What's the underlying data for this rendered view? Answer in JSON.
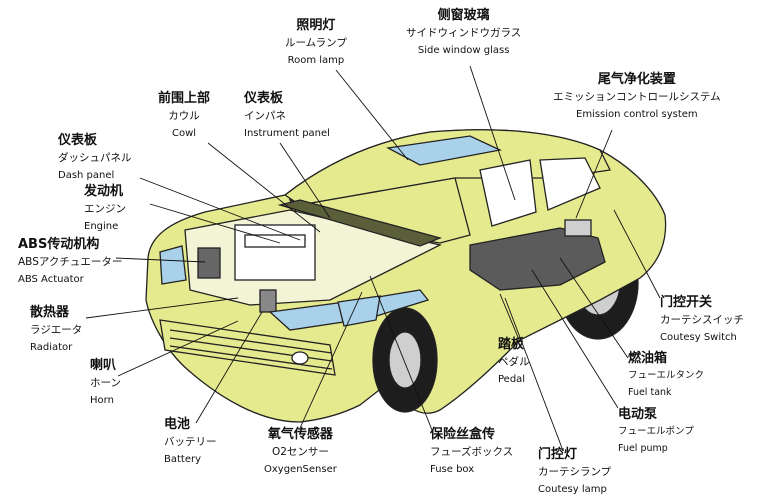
{
  "labels": [
    {
      "key": "room_lamp",
      "zh": "照明灯",
      "ja": "ルームランプ",
      "en": "Room lamp"
    },
    {
      "key": "side_window",
      "zh": "侧窗玻璃",
      "ja": "サイドウィンドウガラス",
      "en": "Side window glass"
    },
    {
      "key": "emission",
      "zh": "尾气净化装置",
      "ja": "エミッションコントロールシステム",
      "en": "Emission control system"
    },
    {
      "key": "cowl",
      "zh": "前围上部",
      "ja": "カウル",
      "en": "Cowl"
    },
    {
      "key": "instrument",
      "zh": "仪表板",
      "ja": "インパネ",
      "en": "Instrument panel"
    },
    {
      "key": "dash",
      "zh": "仪表板",
      "ja": "ダッシュパネル",
      "en": "Dash panel"
    },
    {
      "key": "engine",
      "zh": "发动机",
      "ja": "エンジン",
      "en": "Engine"
    },
    {
      "key": "abs",
      "zh": "ABS传动机构",
      "ja": "ABSアクチュエーター",
      "en": "ABS Actuator"
    },
    {
      "key": "radiator",
      "zh": "散热器",
      "ja": "ラジエータ",
      "en": "Radiator"
    },
    {
      "key": "horn",
      "zh": "喇叭",
      "ja": "ホーン",
      "en": "Horn"
    },
    {
      "key": "battery",
      "zh": "电池",
      "ja": "バッテリー",
      "en": "Battery"
    },
    {
      "key": "o2",
      "zh": "氧气传感器",
      "ja": "O2センサー",
      "en": "OxygenSenser"
    },
    {
      "key": "fuse",
      "zh": "保险丝盒传",
      "ja": "フューズボックス",
      "en": "Fuse box"
    },
    {
      "key": "pedal",
      "zh": "踏板",
      "ja": "ペダル",
      "en": "Pedal"
    },
    {
      "key": "courtesy_lamp",
      "zh": "门控灯",
      "ja": "カーテシランプ",
      "en": "Coutesy lamp"
    },
    {
      "key": "fuel_pump",
      "zh": "电动泵",
      "ja": "フューエルポンプ",
      "en": "Fuel pump"
    },
    {
      "key": "fuel_tank",
      "zh": "燃油箱",
      "ja": "フューエルタンク",
      "en": "Fuel tank"
    },
    {
      "key": "courtesy_switch",
      "zh": "门控开关",
      "ja": "カーテシスイッチ",
      "en": "Coutesy Switch"
    }
  ],
  "colors": {
    "body": "#e6ea8e",
    "outline": "#222222",
    "glass": "#a9d2ea",
    "wheel": "#1d1d1d",
    "dark_part": "#555555"
  }
}
